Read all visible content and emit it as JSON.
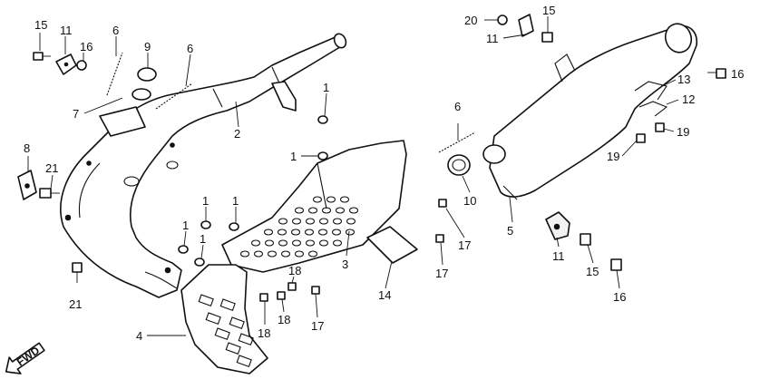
{
  "diagram": {
    "callouts": [
      {
        "id": "c15a",
        "label": "15"
      },
      {
        "id": "c11a",
        "label": "11"
      },
      {
        "id": "c16a",
        "label": "16"
      },
      {
        "id": "c6a",
        "label": "6"
      },
      {
        "id": "c9",
        "label": "9"
      },
      {
        "id": "c6b",
        "label": "6"
      },
      {
        "id": "c7",
        "label": "7"
      },
      {
        "id": "c2",
        "label": "2"
      },
      {
        "id": "c1a",
        "label": "1"
      },
      {
        "id": "c8",
        "label": "8"
      },
      {
        "id": "c21a",
        "label": "21"
      },
      {
        "id": "c1b",
        "label": "1"
      },
      {
        "id": "c21b",
        "label": "21"
      },
      {
        "id": "c1c",
        "label": "1"
      },
      {
        "id": "c1d",
        "label": "1"
      },
      {
        "id": "c1e",
        "label": "1"
      },
      {
        "id": "c1f",
        "label": "1"
      },
      {
        "id": "c3",
        "label": "3"
      },
      {
        "id": "c4",
        "label": "4"
      },
      {
        "id": "c18a",
        "label": "18"
      },
      {
        "id": "c18b",
        "label": "18"
      },
      {
        "id": "c18c",
        "label": "18"
      },
      {
        "id": "c17a",
        "label": "17"
      },
      {
        "id": "c14",
        "label": "14"
      },
      {
        "id": "c17b",
        "label": "17"
      },
      {
        "id": "c17c",
        "label": "17"
      },
      {
        "id": "c6c",
        "label": "6"
      },
      {
        "id": "c10",
        "label": "10"
      },
      {
        "id": "c5",
        "label": "5"
      },
      {
        "id": "c20",
        "label": "20"
      },
      {
        "id": "c15b",
        "label": "15"
      },
      {
        "id": "c11b",
        "label": "11"
      },
      {
        "id": "c13",
        "label": "13"
      },
      {
        "id": "c16b",
        "label": "16"
      },
      {
        "id": "c12",
        "label": "12"
      },
      {
        "id": "c19a",
        "label": "19"
      },
      {
        "id": "c19b",
        "label": "19"
      },
      {
        "id": "c11c",
        "label": "11"
      },
      {
        "id": "c15c",
        "label": "15"
      },
      {
        "id": "c16c",
        "label": "16"
      }
    ],
    "fwd_label": "FWD"
  }
}
